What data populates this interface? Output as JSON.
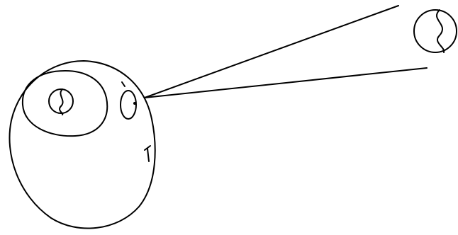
{
  "drawing": {
    "stroke_color": "#000000",
    "background_color": "#ffffff",
    "elements": [
      "head-outline",
      "eye-outline",
      "inner-ball-icon",
      "ear-outline",
      "sight-line-upper",
      "sight-line-lower",
      "tennis-ball-icon"
    ]
  }
}
